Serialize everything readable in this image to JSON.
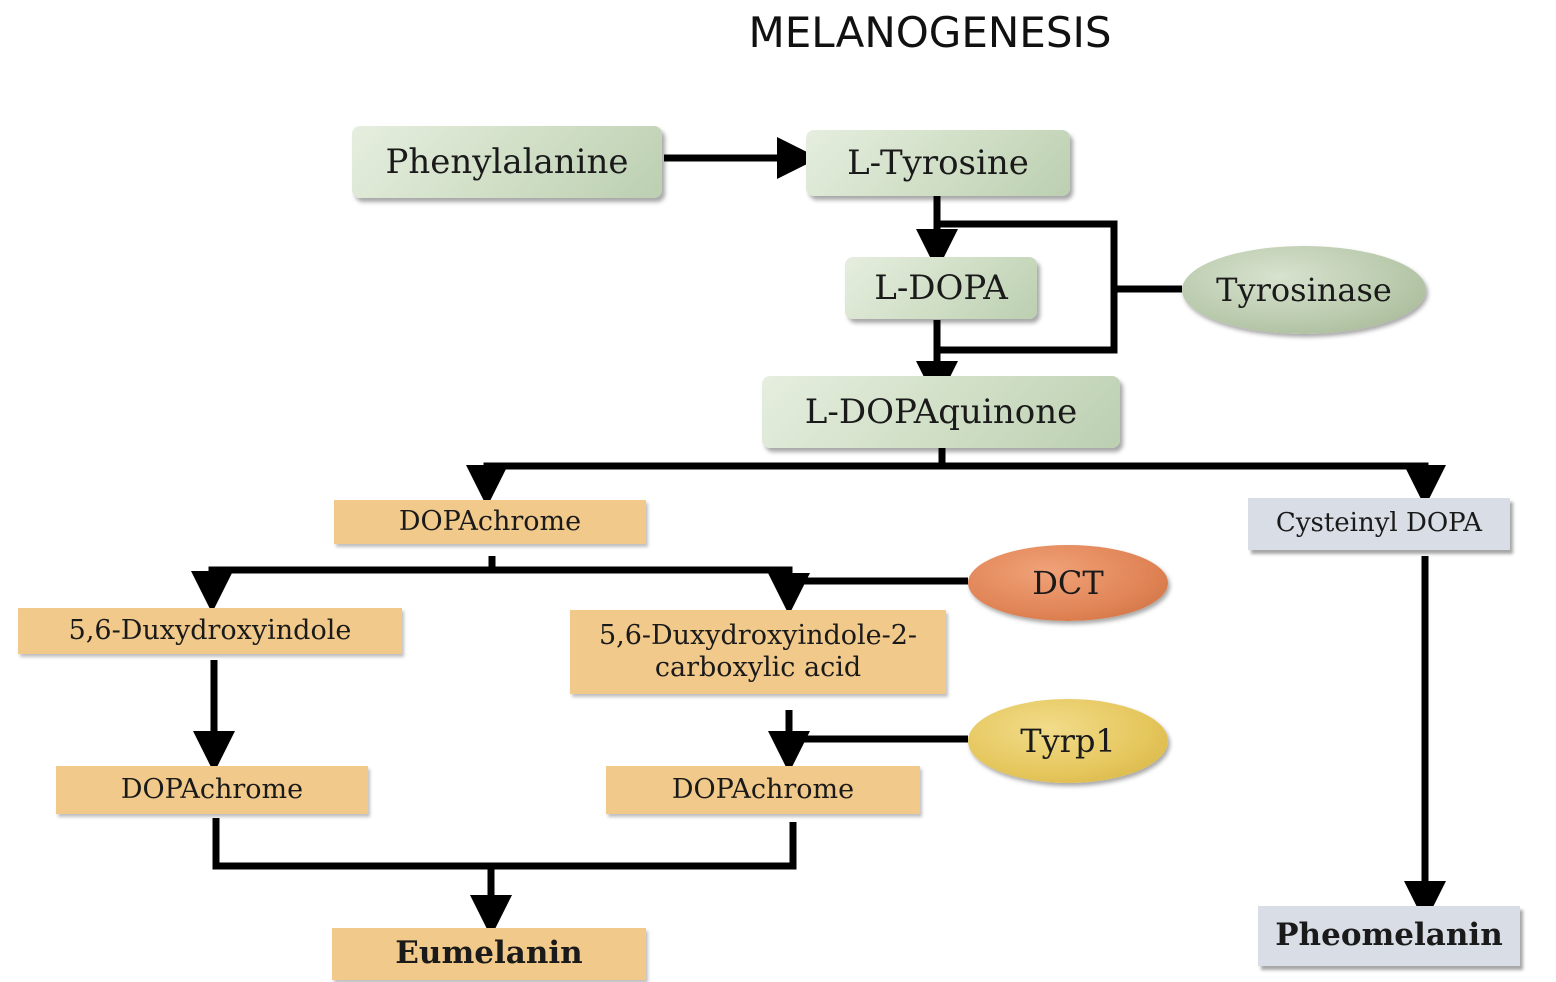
{
  "title": "MELANOGENESIS",
  "nodes": {
    "phenylalanine": "Phenylalanine",
    "l_tyrosine": "L-Tyrosine",
    "l_dopa": "L-DOPA",
    "l_dopaquinone": "L-DOPAquinone",
    "dopachrome_top": "DOPAchrome",
    "cysteinyl_dopa": "Cysteinyl DOPA",
    "dhi": "5,6-Duxydroxyindole",
    "dhica": "5,6-Duxydroxyindole-2-carboxylic acid",
    "dopachrome_left": "DOPAchrome",
    "dopachrome_right": "DOPAchrome",
    "eumelanin": "Eumelanin",
    "pheomelanin": "Pheomelanin"
  },
  "enzymes": {
    "tyrosinase": "Tyrosinase",
    "dct": "DCT",
    "tyrp1": "Tyrp1"
  },
  "colors": {
    "line": "#000000",
    "green_node": "#cfdec5",
    "tan_node": "#f1c98a",
    "grey_node": "#d9dee6",
    "dct": "#e08456",
    "tyrp1": "#e5c65c",
    "tyrosinase": "#b8c9ab"
  },
  "edges": [
    {
      "from": "Phenylalanine",
      "to": "L-Tyrosine"
    },
    {
      "from": "L-Tyrosine",
      "to": "L-DOPA",
      "enzyme": "Tyrosinase"
    },
    {
      "from": "L-DOPA",
      "to": "L-DOPAquinone",
      "enzyme": "Tyrosinase"
    },
    {
      "from": "L-DOPAquinone",
      "to": "DOPAchrome"
    },
    {
      "from": "L-DOPAquinone",
      "to": "Cysteinyl DOPA"
    },
    {
      "from": "DOPAchrome",
      "to": "5,6-Duxydroxyindole"
    },
    {
      "from": "DOPAchrome",
      "to": "5,6-Duxydroxyindole-2-carboxylic acid",
      "enzyme": "DCT"
    },
    {
      "from": "5,6-Duxydroxyindole",
      "to": "DOPAchrome"
    },
    {
      "from": "5,6-Duxydroxyindole-2-carboxylic acid",
      "to": "DOPAchrome",
      "enzyme": "Tyrp1"
    },
    {
      "from": "DOPAchrome",
      "to": "Eumelanin"
    },
    {
      "from": "DOPAchrome",
      "to": "Eumelanin"
    },
    {
      "from": "Cysteinyl DOPA",
      "to": "Pheomelanin"
    }
  ]
}
